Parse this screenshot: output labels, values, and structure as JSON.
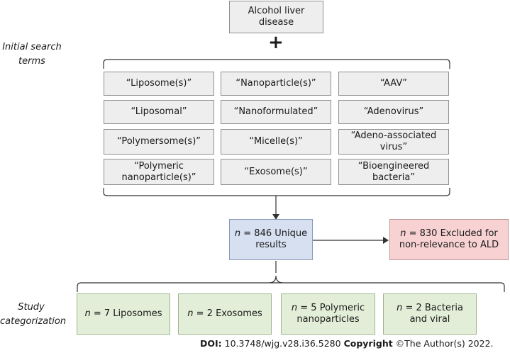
{
  "top_box": "Alcohol liver\ndisease",
  "plus": "+",
  "side_labels": {
    "search": "Initial search\nterms",
    "categorization": "Study\ncategorization"
  },
  "search_terms": [
    [
      "“Liposome(s)”",
      "“Nanoparticle(s)”",
      "“AAV”"
    ],
    [
      "“Liposomal”",
      "“Nanoformulated”",
      "“Adenovirus”"
    ],
    [
      "“Polymersome(s)”",
      "“Micelle(s)”",
      "“Adeno-associated\nvirus”"
    ],
    [
      "“Polymeric\nnanoparticle(s)”",
      "“Exosome(s)”",
      "“Bioengineered\nbacteria”"
    ]
  ],
  "results": {
    "n": "n",
    "text": " = 846 Unique\nresults"
  },
  "excluded": {
    "n": "n",
    "text": " = 830 Excluded for\nnon-relevance to ALD"
  },
  "categories": [
    {
      "n": "n",
      "text": " = 7 Liposomes"
    },
    {
      "n": "n",
      "text": " = 2 Exosomes"
    },
    {
      "n": "n",
      "text": " = 5 Polymeric\nnanoparticles"
    },
    {
      "n": "n",
      "text": " = 2 Bacteria\nand viral"
    }
  ],
  "footer": {
    "doi_label": "DOI:",
    "doi_value": " 10.3748/wjg.v28.i36.5280 ",
    "copyright_label": "Copyright",
    "copyright_value": " ©The Author(s) 2022."
  }
}
